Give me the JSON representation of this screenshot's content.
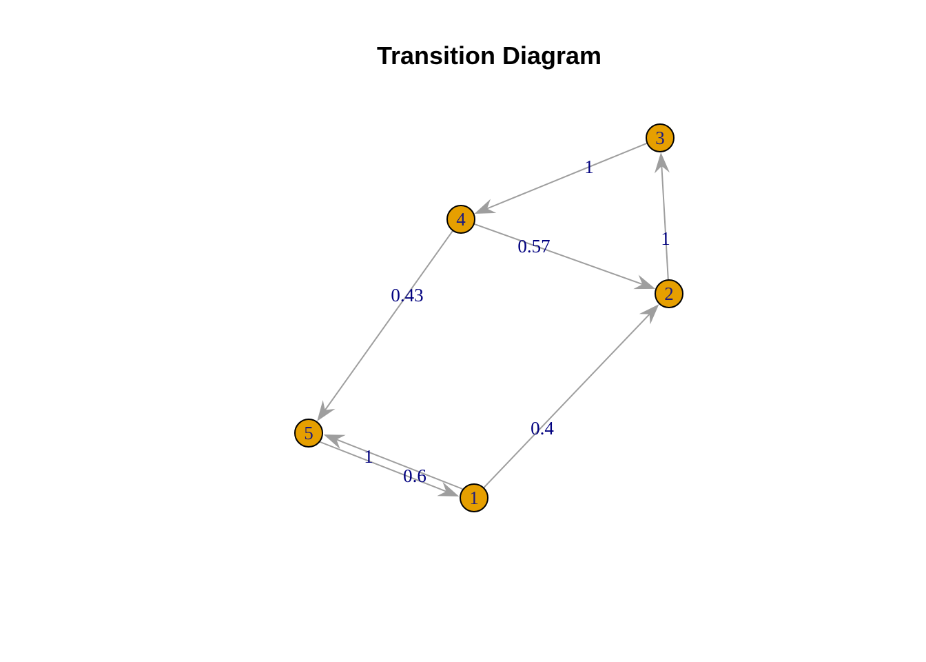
{
  "title": "Transition Diagram",
  "colors": {
    "node_fill": "#E69F00",
    "node_border": "#000000",
    "node_label": "#1a1a80",
    "edge": "#9E9E9E",
    "edge_label": "#00007F"
  },
  "nodes": [
    {
      "id": "1",
      "label": "1"
    },
    {
      "id": "2",
      "label": "2"
    },
    {
      "id": "3",
      "label": "3"
    },
    {
      "id": "4",
      "label": "4"
    },
    {
      "id": "5",
      "label": "5"
    }
  ],
  "edges": [
    {
      "from": "3",
      "to": "4",
      "label": "1"
    },
    {
      "from": "2",
      "to": "3",
      "label": "1"
    },
    {
      "from": "4",
      "to": "2",
      "label": "0.57"
    },
    {
      "from": "4",
      "to": "5",
      "label": "0.43"
    },
    {
      "from": "1",
      "to": "2",
      "label": "0.4"
    },
    {
      "from": "1",
      "to": "5",
      "label": "1"
    },
    {
      "from": "5",
      "to": "1",
      "label": "0.6"
    }
  ]
}
